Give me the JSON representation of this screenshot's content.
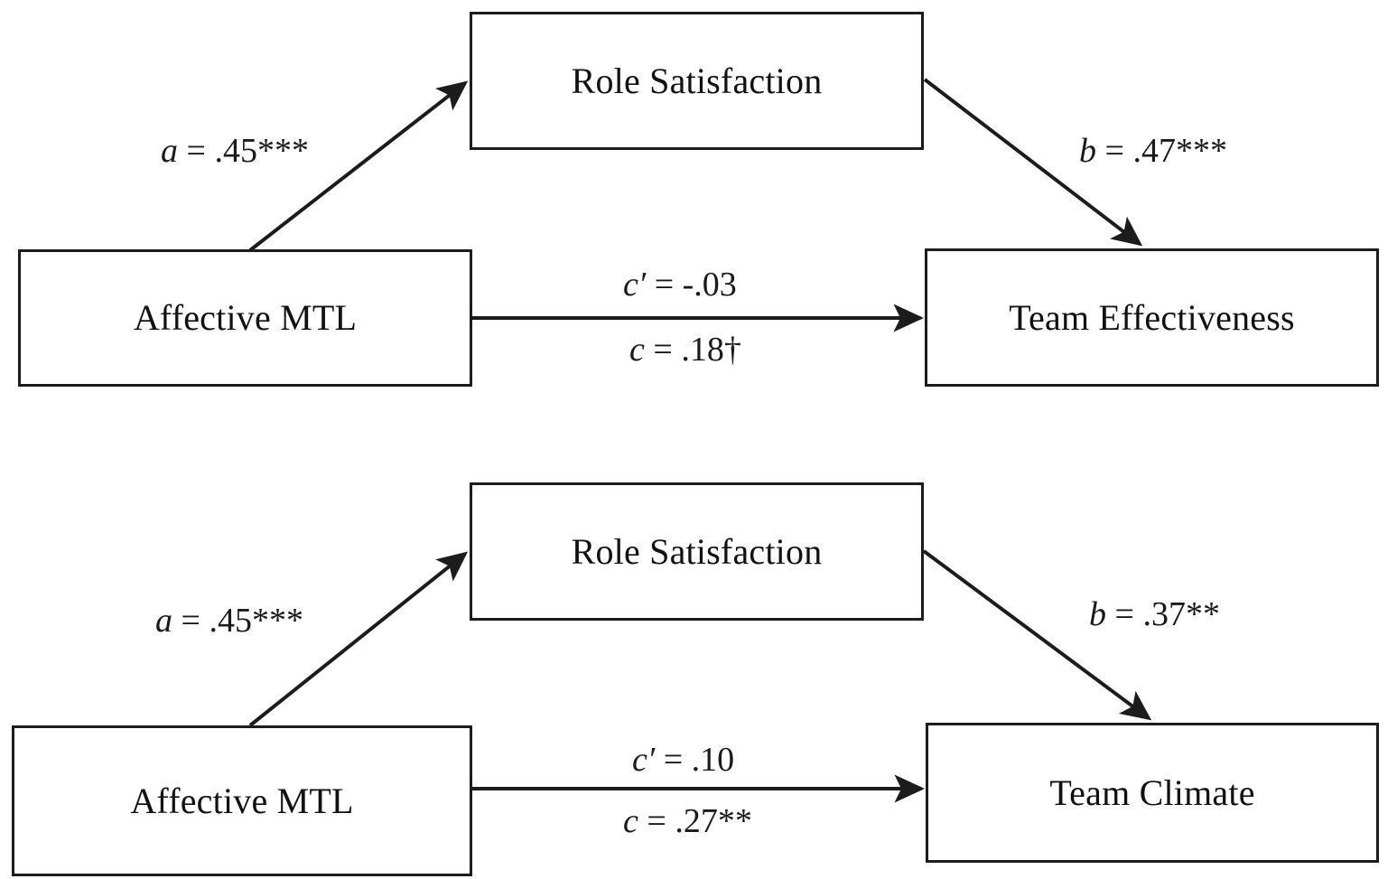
{
  "figure": {
    "background_color": "#ffffff",
    "line_color": "#1c1c1c",
    "text_color": "#1a1a1a"
  },
  "chart_data": {
    "type": "diagram",
    "diagram_kind": "mediation-path-model",
    "title": "",
    "models": [
      {
        "id": "model-top",
        "nodes": {
          "predictor": "Affective MTL",
          "mediator": "Role Satisfaction",
          "outcome": "Team Effectiveness"
        },
        "paths": [
          {
            "name": "a",
            "from": "predictor",
            "to": "mediator",
            "label": "a = .45***",
            "coefficient": 0.45,
            "significance": "***"
          },
          {
            "name": "b",
            "from": "mediator",
            "to": "outcome",
            "label": "b = .47***",
            "coefficient": 0.47,
            "significance": "***"
          },
          {
            "name": "c-prime",
            "from": "predictor",
            "to": "outcome",
            "label": "c′ = -.03",
            "coefficient": -0.03,
            "significance": ""
          },
          {
            "name": "c",
            "from": "predictor",
            "to": "outcome",
            "label": "c = .18†",
            "coefficient": 0.18,
            "significance": "†"
          }
        ]
      },
      {
        "id": "model-bottom",
        "nodes": {
          "predictor": "Affective MTL",
          "mediator": "Role Satisfaction",
          "outcome": "Team Climate"
        },
        "paths": [
          {
            "name": "a",
            "from": "predictor",
            "to": "mediator",
            "label": "a = .45***",
            "coefficient": 0.45,
            "significance": "***"
          },
          {
            "name": "b",
            "from": "mediator",
            "to": "outcome",
            "label": "b = .37**",
            "coefficient": 0.37,
            "significance": "**"
          },
          {
            "name": "c-prime",
            "from": "predictor",
            "to": "outcome",
            "label": "c′ = .10",
            "coefficient": 0.1,
            "significance": ""
          },
          {
            "name": "c",
            "from": "predictor",
            "to": "outcome",
            "label": "c = .27**",
            "coefficient": 0.27,
            "significance": "**"
          }
        ]
      }
    ]
  },
  "top_model": {
    "predictor_label": "Affective MTL",
    "mediator_label": "Role Satisfaction",
    "outcome_label": "Team Effectiveness",
    "a_coefficient": ".45***",
    "b_coefficient": ".47***",
    "c_prime_coefficient": "-.03",
    "c_coefficient": ".18†",
    "a_symbol": "a",
    "b_symbol": "b",
    "c_prime_symbol": "c′",
    "c_symbol": "c",
    "equals": " = "
  },
  "bottom_model": {
    "predictor_label": "Affective MTL",
    "mediator_label": "Role Satisfaction",
    "outcome_label": "Team Climate",
    "a_coefficient": ".45***",
    "b_coefficient": ".37**",
    "c_prime_coefficient": ".10",
    "c_coefficient": ".27**",
    "a_symbol": "a",
    "b_symbol": "b",
    "c_prime_symbol": "c′",
    "c_symbol": "c",
    "equals": " = "
  }
}
